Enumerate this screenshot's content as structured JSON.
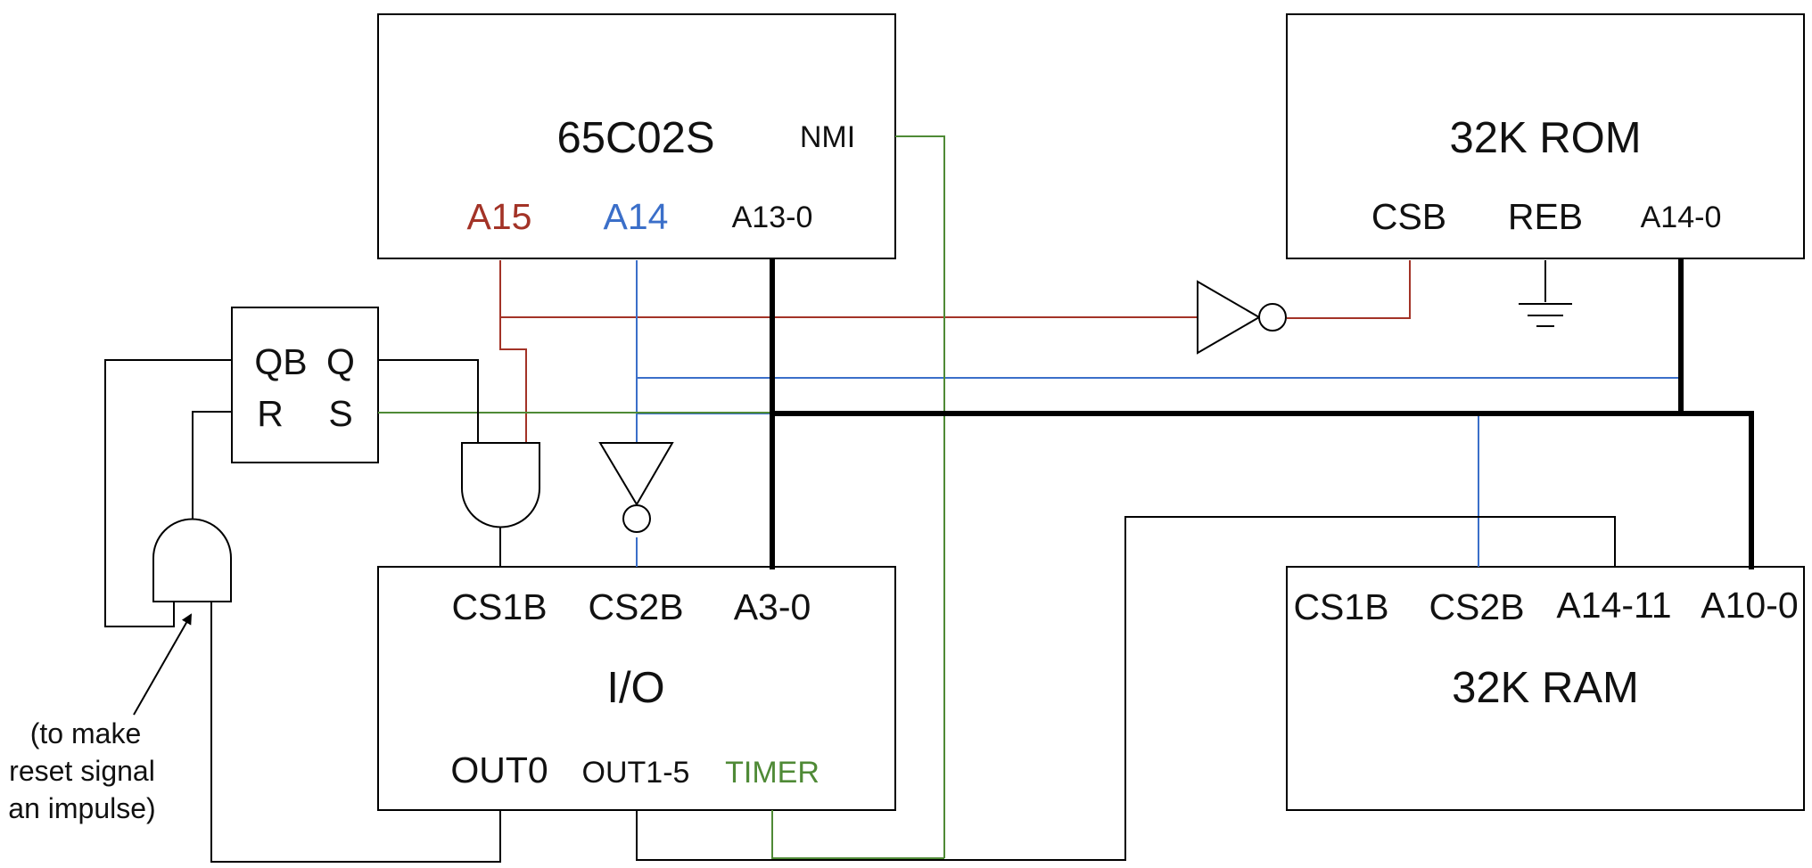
{
  "colors": {
    "line": "#000000",
    "a15": "#a33327",
    "a14": "#3b6fc9",
    "timer": "#4f8a36"
  },
  "cpu": {
    "title": "65C02S",
    "nmi": "NMI",
    "a15": "A15",
    "a14": "A14",
    "a13_0": "A13-0"
  },
  "rom": {
    "title": "32K ROM",
    "csb": "CSB",
    "reb": "REB",
    "a14_0": "A14-0"
  },
  "latch": {
    "qb": "QB",
    "q": "Q",
    "r": "R",
    "s": "S"
  },
  "io": {
    "title": "I/O",
    "cs1b": "CS1B",
    "cs2b": "CS2B",
    "a3_0": "A3-0",
    "out0": "OUT0",
    "out1_5": "OUT1-5",
    "timer": "TIMER"
  },
  "ram": {
    "title": "32K RAM",
    "cs1b": "CS1B",
    "cs2b": "CS2B",
    "a14_11": "A14-11",
    "a10_0": "A10-0"
  },
  "note": {
    "line1": "(to make",
    "line2": "reset signal",
    "line3": "an impulse)"
  }
}
